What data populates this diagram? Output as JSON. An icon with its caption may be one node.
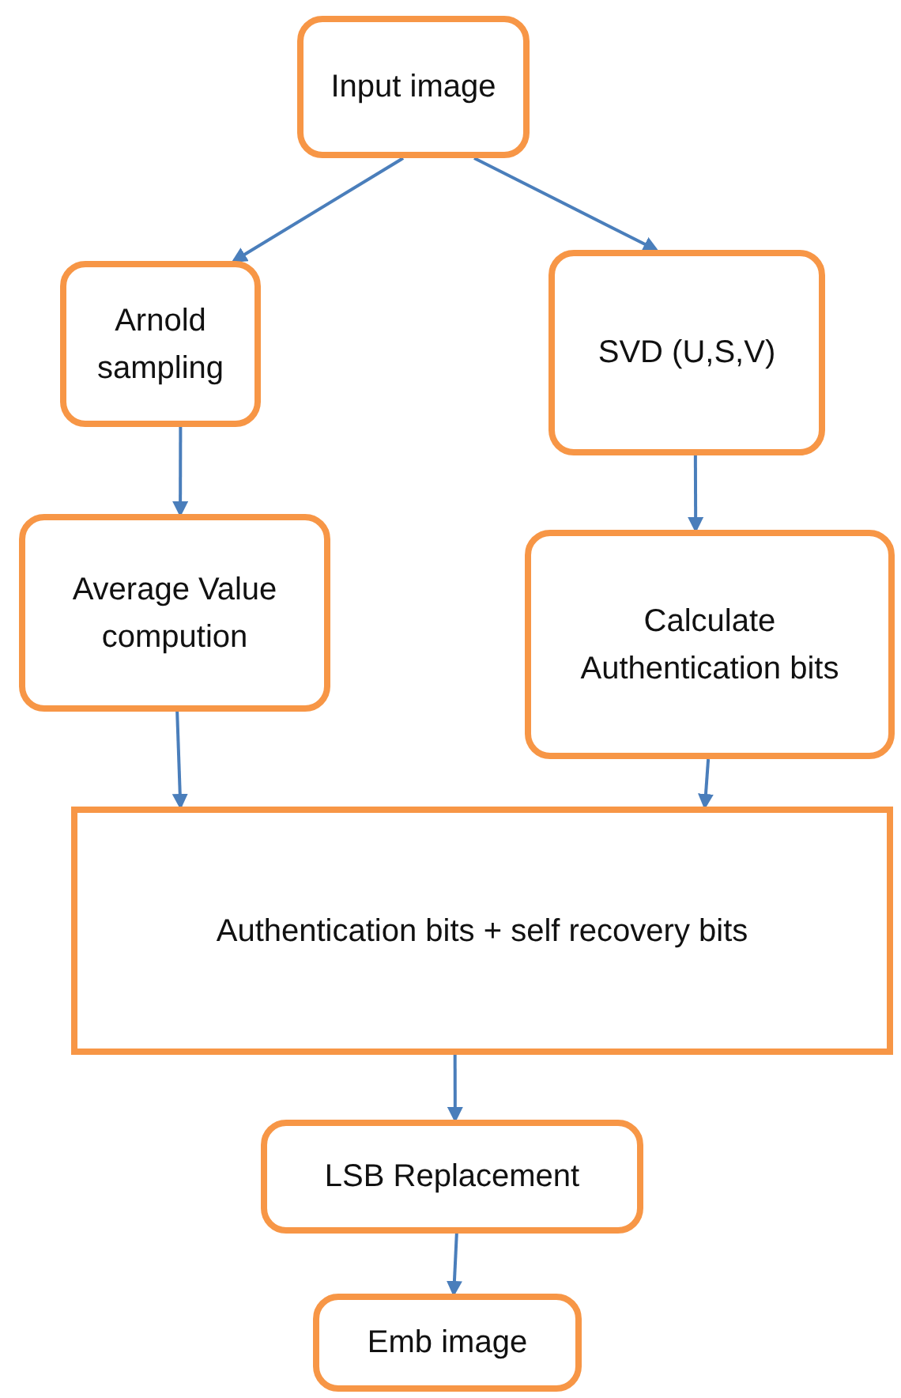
{
  "diagram": {
    "nodes": [
      {
        "text": [
          "Input image"
        ]
      },
      {
        "text": [
          "Arnold sampling"
        ]
      },
      {
        "text": [
          "SVD (U,S,V)"
        ]
      },
      {
        "text": [
          "Average Value compution"
        ]
      },
      {
        "text": [
          "Calculate Authentication bits"
        ]
      },
      {
        "text": [
          "Authentication bits + self recovery bits"
        ]
      },
      {
        "text": [
          "LSB Replacement"
        ]
      },
      {
        "text": [
          "Emb image"
        ]
      }
    ],
    "edges": [
      {
        "from": 0,
        "to": 1,
        "arrow": "to"
      },
      {
        "from": 0,
        "to": 2,
        "arrow": "to"
      },
      {
        "from": 1,
        "to": 3,
        "arrow": "to"
      },
      {
        "from": 2,
        "to": 4,
        "arrow": "to"
      },
      {
        "from": 3,
        "to": 5,
        "arrow": "to"
      },
      {
        "from": 4,
        "to": 5,
        "arrow": "to"
      },
      {
        "from": 5,
        "to": 6,
        "arrow": "to"
      },
      {
        "from": 6,
        "to": 7,
        "arrow": "to"
      }
    ]
  }
}
